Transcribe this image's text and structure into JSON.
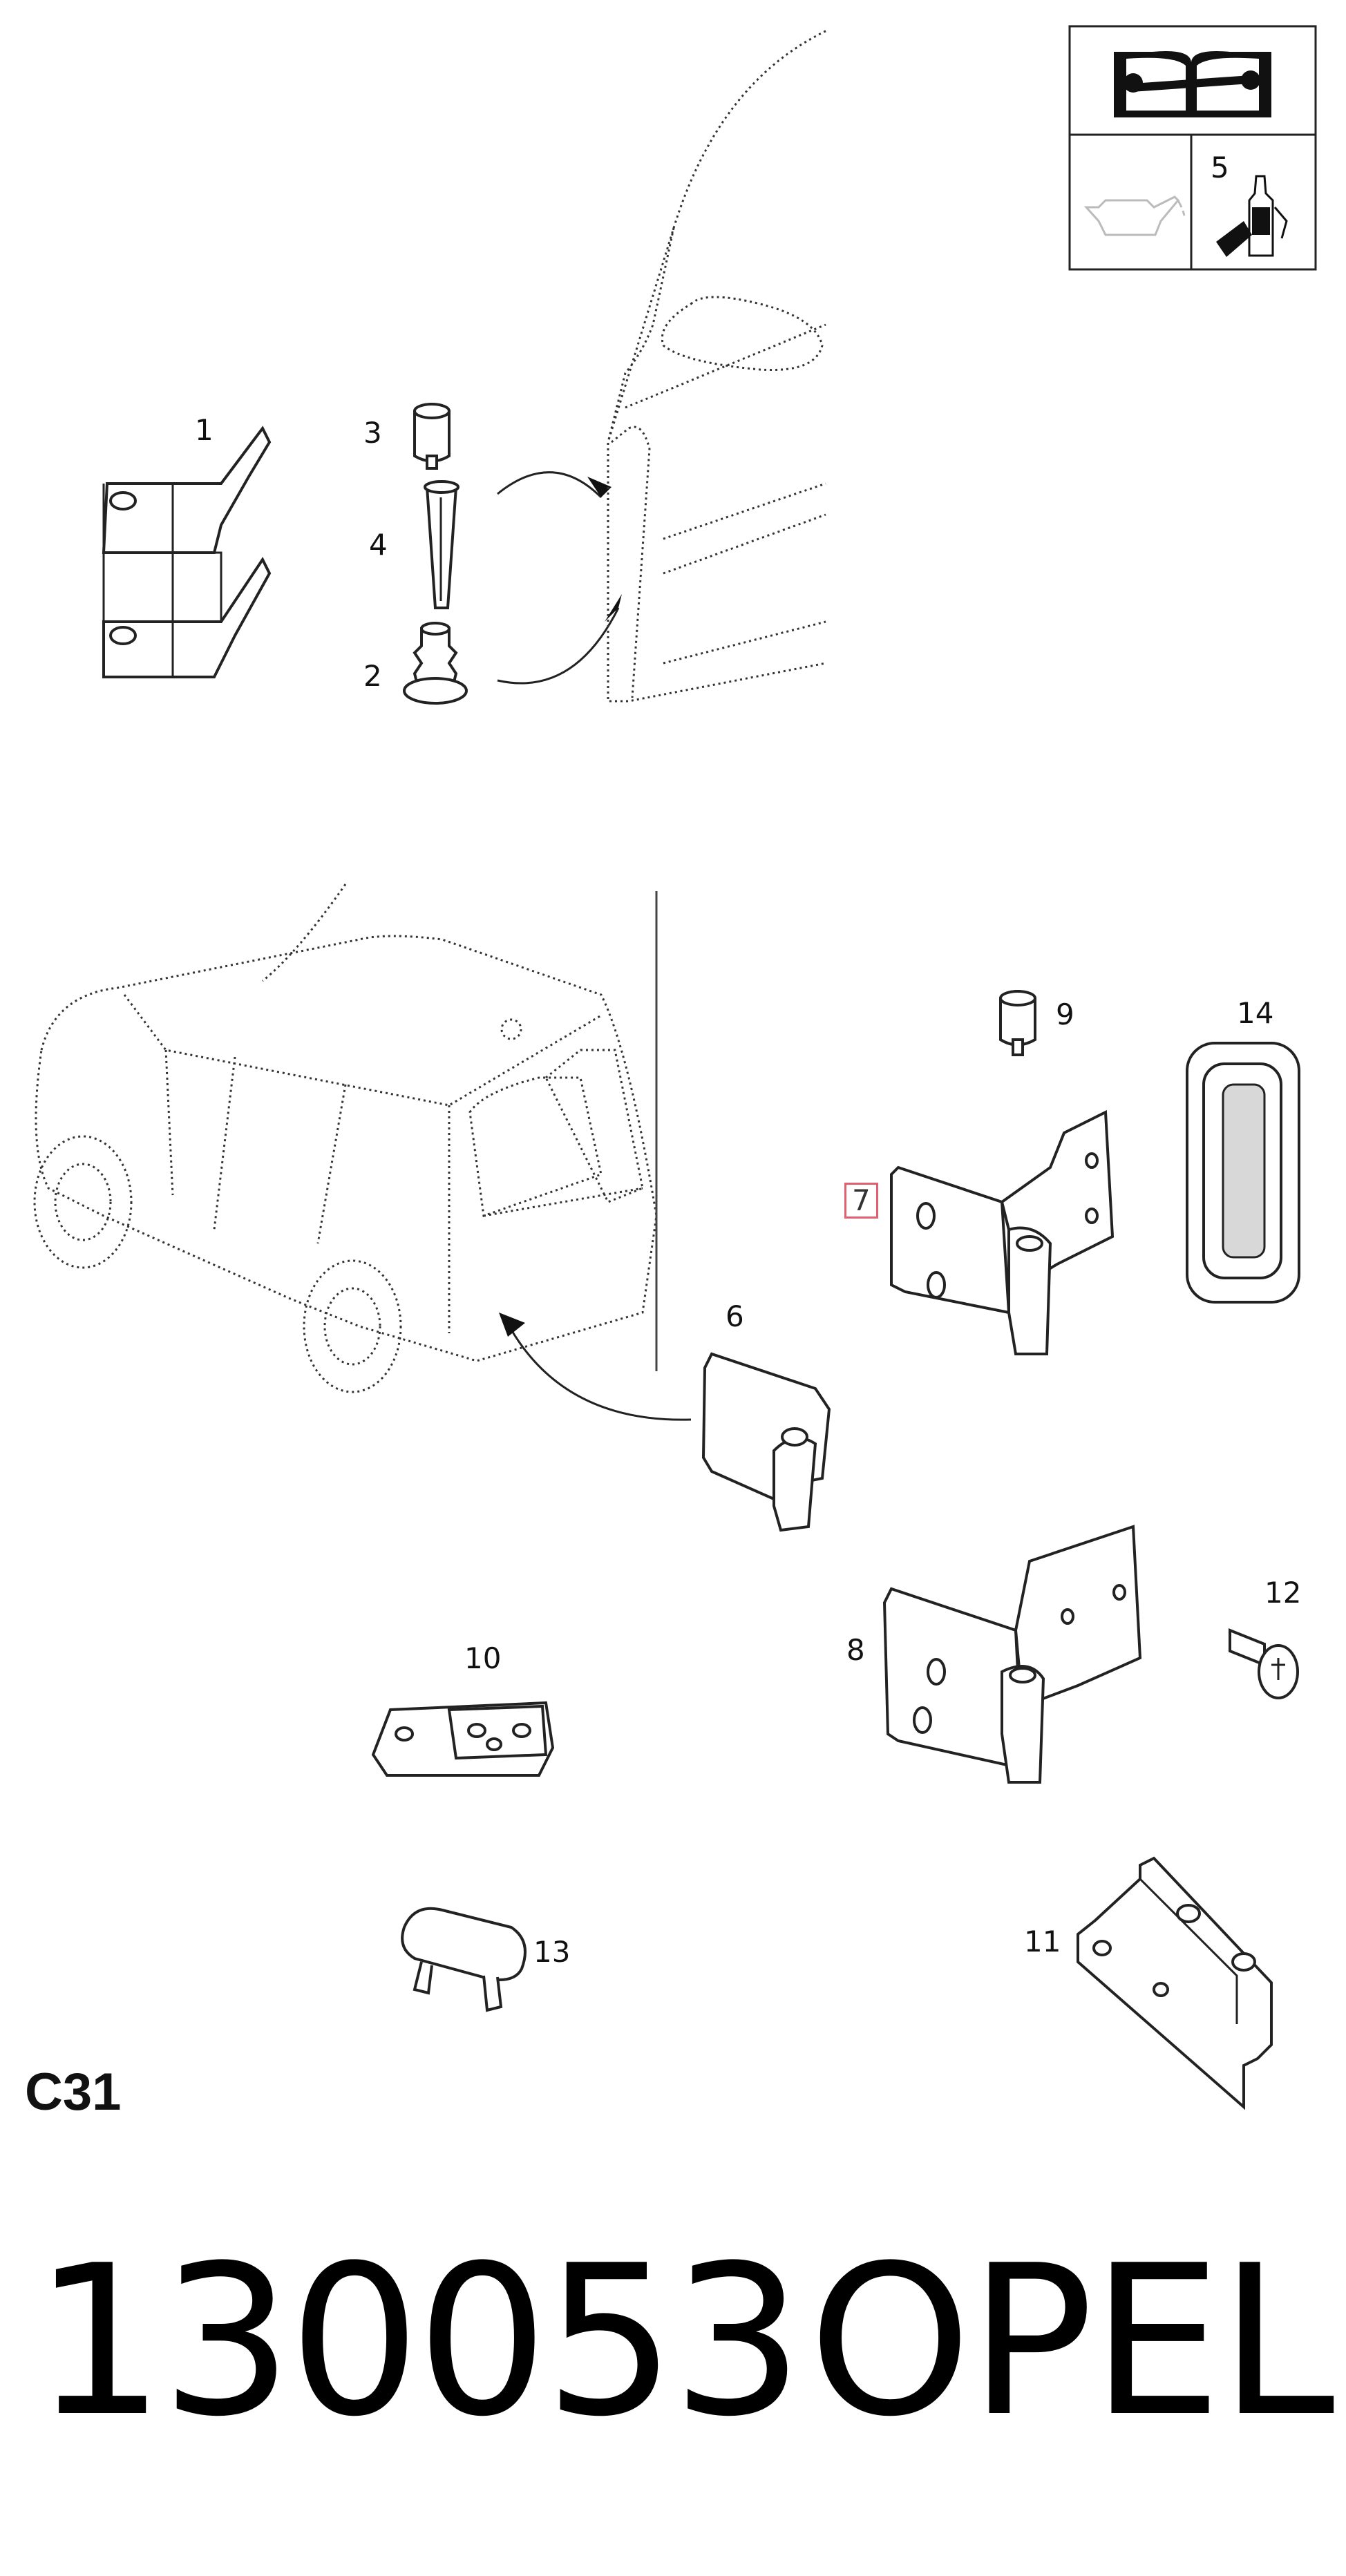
{
  "diagram": {
    "section_code": "C31",
    "part_number": "130053",
    "brand": "OPEL",
    "callouts": [
      {
        "id": "1",
        "label": "1"
      },
      {
        "id": "2",
        "label": "2"
      },
      {
        "id": "3",
        "label": "3"
      },
      {
        "id": "4",
        "label": "4"
      },
      {
        "id": "5",
        "label": "5"
      },
      {
        "id": "6",
        "label": "6"
      },
      {
        "id": "7",
        "label": "7",
        "highlighted": true
      },
      {
        "id": "8",
        "label": "8"
      },
      {
        "id": "9",
        "label": "9"
      },
      {
        "id": "10",
        "label": "10"
      },
      {
        "id": "11",
        "label": "11"
      },
      {
        "id": "12",
        "label": "12"
      },
      {
        "id": "13",
        "label": "13"
      },
      {
        "id": "14",
        "label": "14"
      }
    ],
    "highlight_color": "#e06070",
    "icons": [
      "service-manual-icon",
      "oil-can-icon",
      "lubricant-bottle-icon"
    ]
  }
}
